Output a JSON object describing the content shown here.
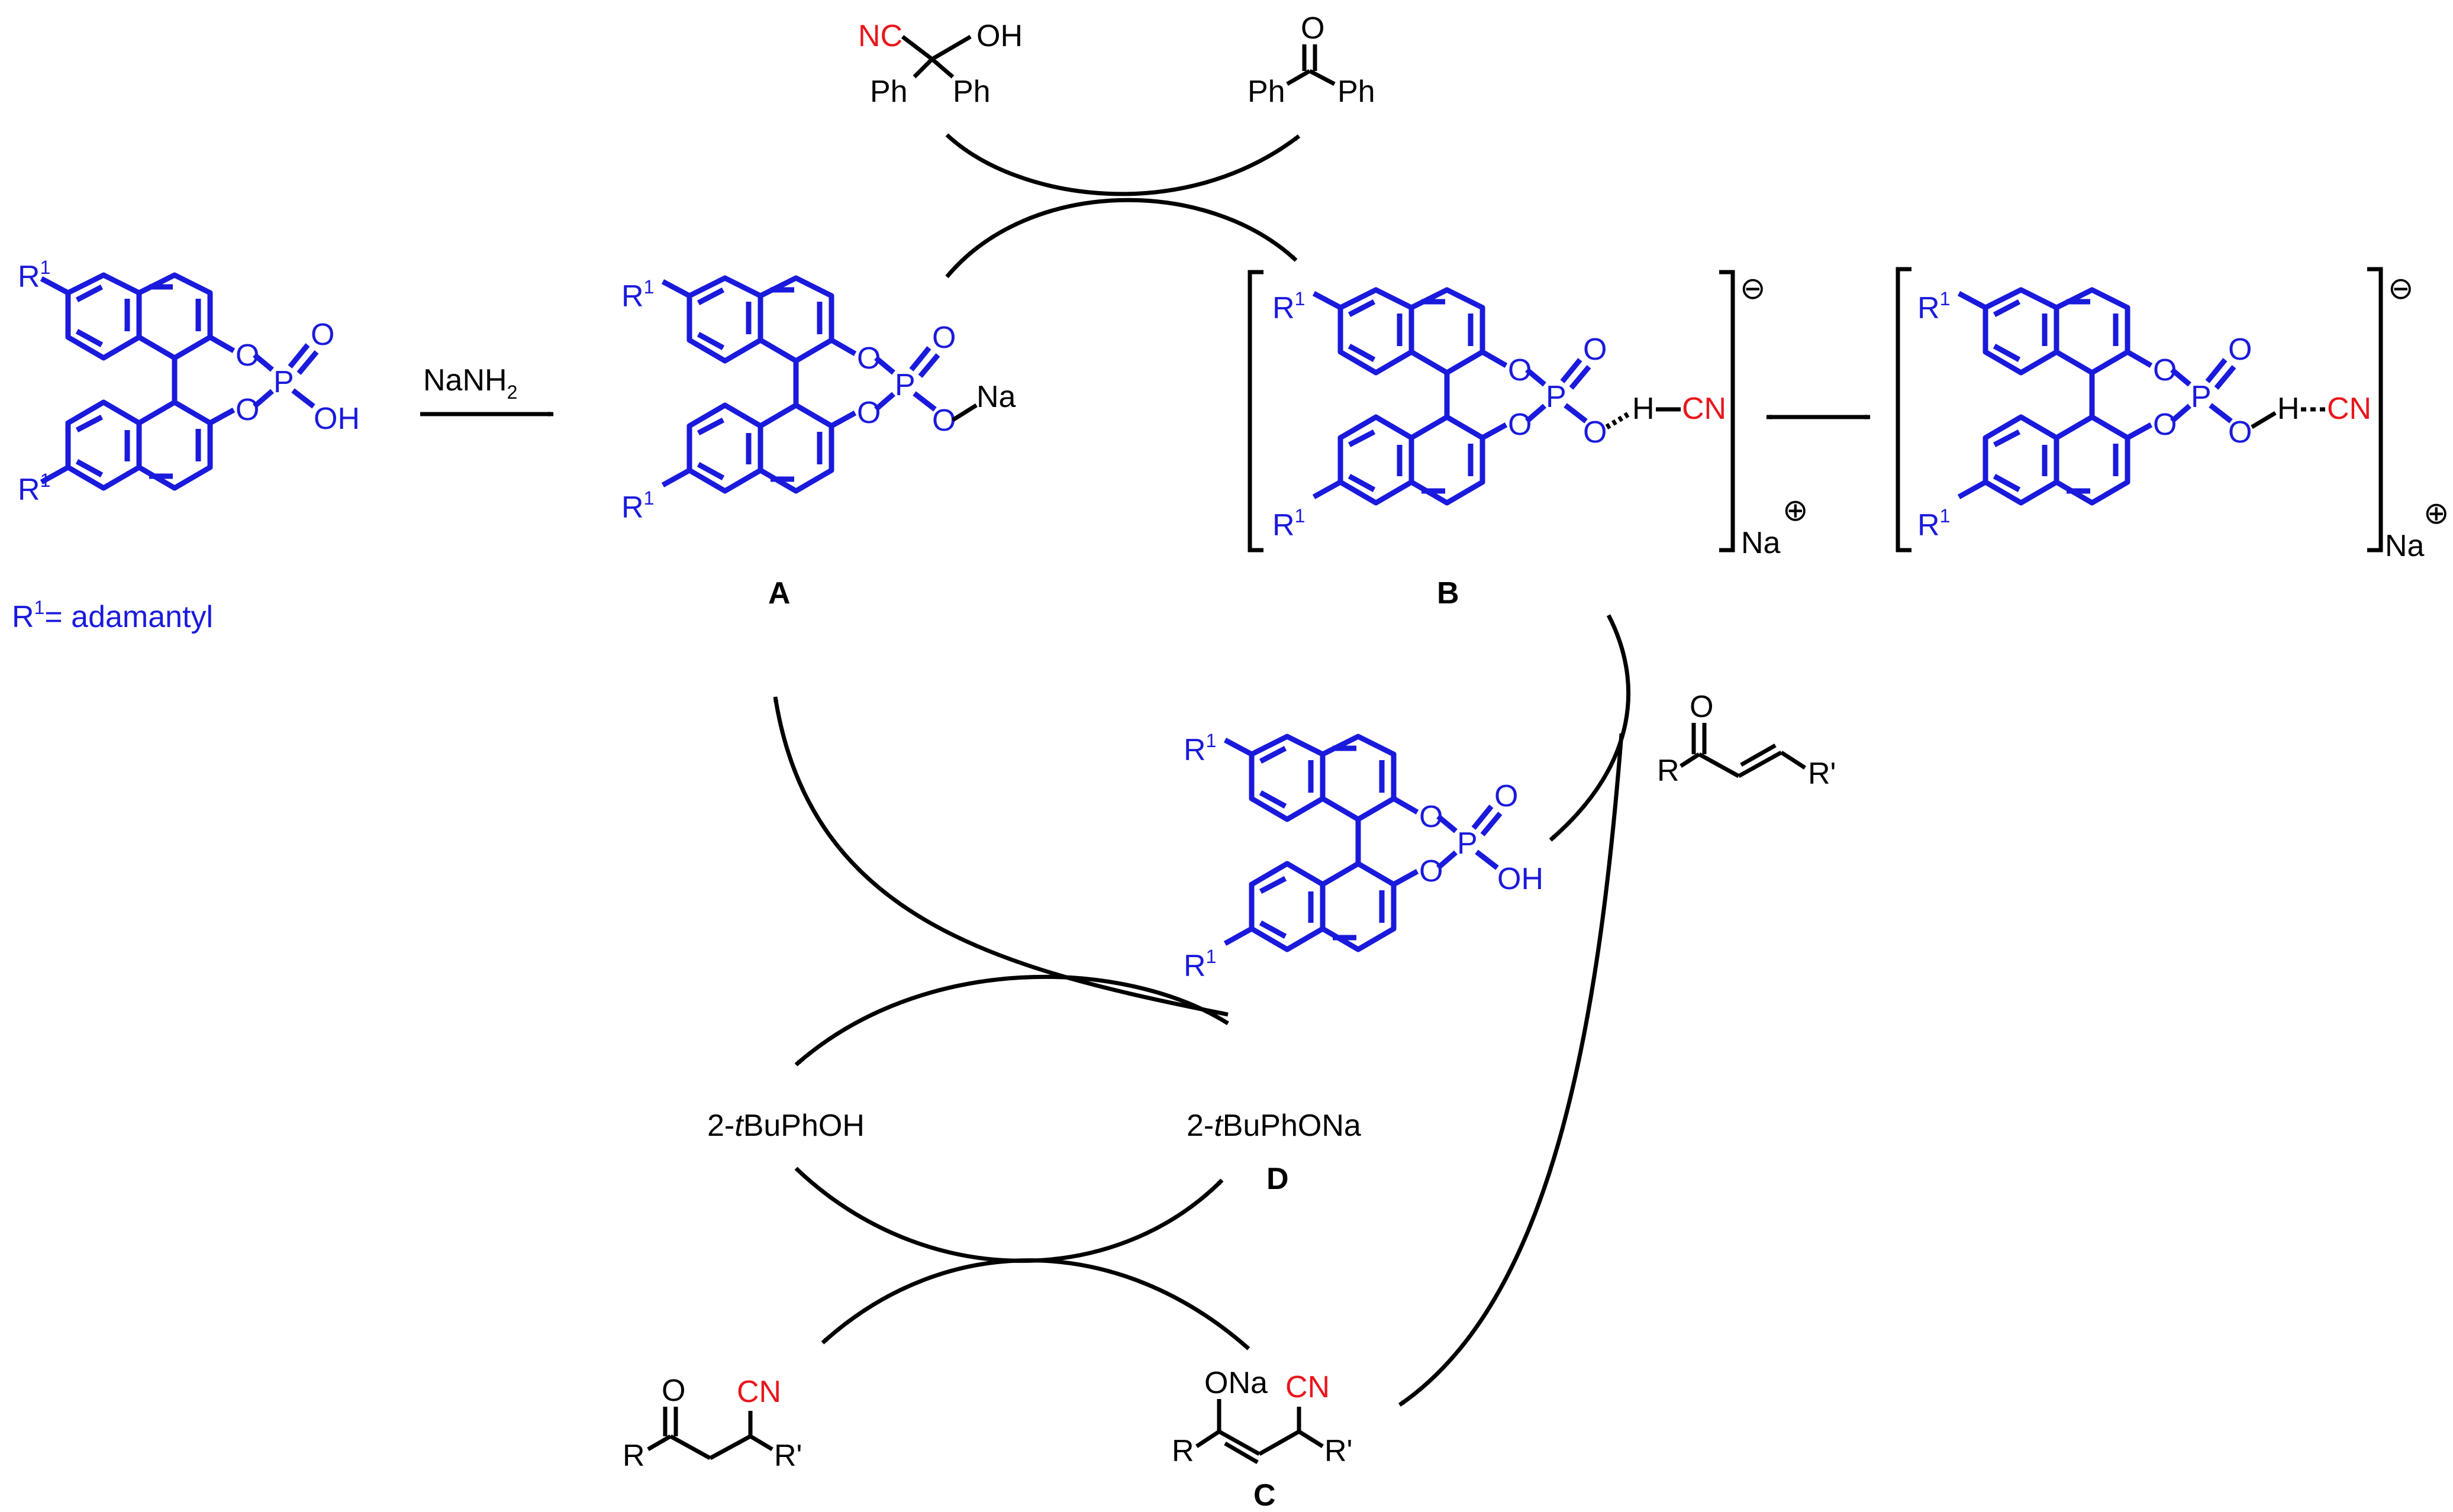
{
  "colors": {
    "catalyst": "#1a1adc",
    "cyanide": "#e8161b",
    "text": "#000000"
  },
  "catalyst": {
    "r1": "R",
    "r1_sup": "1",
    "o": "O",
    "p": "P",
    "oh": "OH",
    "ona": "Na",
    "h": "H",
    "cn": "CN"
  },
  "definition": {
    "r1": "R",
    "r1_sup": "1",
    "text": "= adamantyl"
  },
  "reagents": {
    "base": "NaNH",
    "base_sub": "2",
    "cyanohydrin_nc": "NC",
    "cyanohydrin_oh": "OH",
    "ph": "Ph",
    "ketone_o": "O",
    "enone_o": "O",
    "enone_r": "R",
    "enone_r2": "R'"
  },
  "labels": {
    "A": "A",
    "B": "B",
    "C": "C",
    "D": "D"
  },
  "charges": {
    "minus": "⊖",
    "plus": "⊕",
    "na": "Na"
  },
  "phenols": {
    "phenol_prefix": "2-",
    "phenol_t": "t",
    "phenol_rest": "BuPhOH",
    "phenoxide_prefix": "2-",
    "phenoxide_t": "t",
    "phenoxide_rest": "BuPhONa"
  },
  "products": {
    "product_o": "O",
    "product_cn": "CN",
    "product_r": "R",
    "product_r2": "R'",
    "enolate_ona": "ONa",
    "enolate_cn": "CN",
    "enolate_r": "R",
    "enolate_r2": "R'"
  }
}
